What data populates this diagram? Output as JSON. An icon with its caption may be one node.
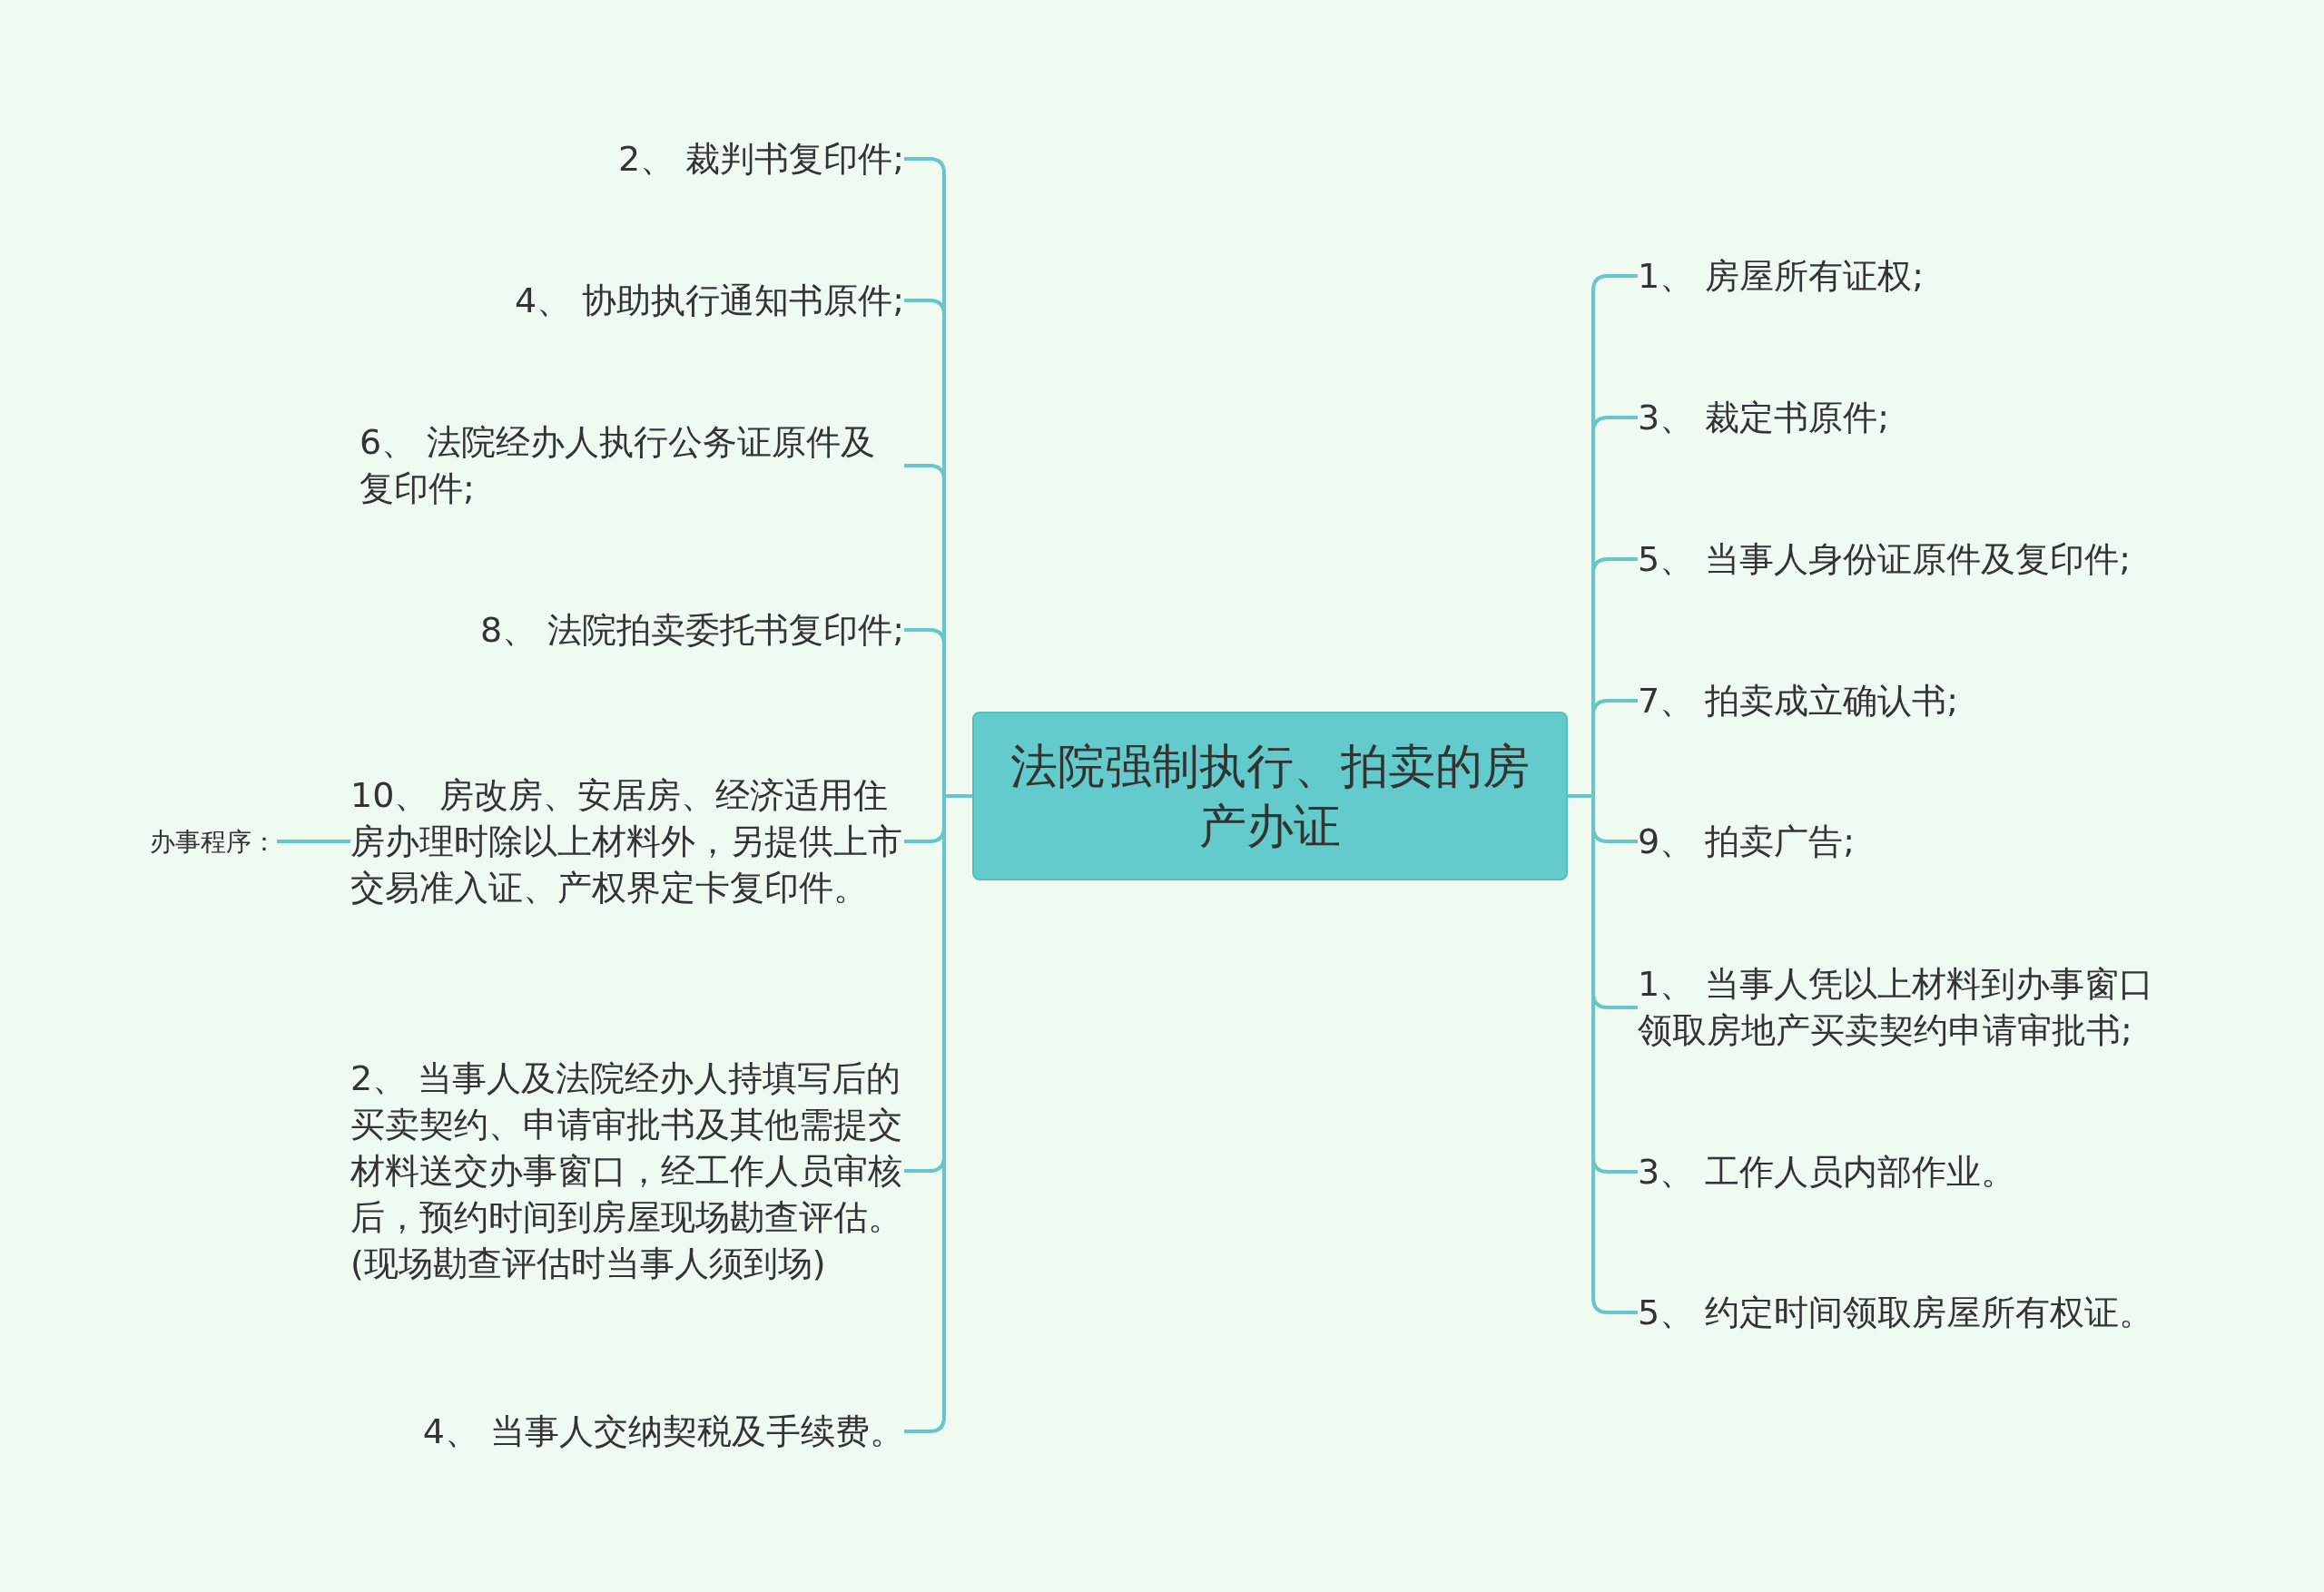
{
  "diagram": {
    "nodes": [
      {
        "text": [
          "法院强制执行、拍卖的房产办证"
        ]
      },
      {
        "text": [
          "2、 裁判书复印件;"
        ]
      },
      {
        "text": [
          "4、 协助执行通知书原件;"
        ]
      },
      {
        "text": [
          "6、 法院经办人执行公务证原件及复印件;"
        ]
      },
      {
        "text": [
          "8、 法院拍卖委托书复印件;"
        ]
      },
      {
        "text": [
          "10、 房改房、安居房、经济适用住房办理时除以上材料外，另提供上市交易准入证、产权界定卡复印件。"
        ]
      },
      {
        "text": [
          "办事程序："
        ]
      },
      {
        "text": [
          "2、 当事人及法院经办人持填写后的买卖契约、申请审批书及其他需提交材料送交办事窗口，经工作人员审核后，预约时间到房屋现场勘查评估。(现场勘查评估时当事人须到场)"
        ]
      },
      {
        "text": [
          "4、 当事人交纳契税及手续费。"
        ]
      },
      {
        "text": [
          "1、 房屋所有证权;"
        ]
      },
      {
        "text": [
          "3、 裁定书原件;"
        ]
      },
      {
        "text": [
          "5、 当事人身份证原件及复印件;"
        ]
      },
      {
        "text": [
          "7、 拍卖成立确认书;"
        ]
      },
      {
        "text": [
          "9、 拍卖广告;"
        ]
      },
      {
        "text": [
          "1、 当事人凭以上材料到办事窗口领取房地产买卖契约申请审批书;"
        ]
      },
      {
        "text": [
          "3、 工作人员内部作业。"
        ]
      },
      {
        "text": [
          "5、 约定时间领取房屋所有权证。"
        ]
      }
    ],
    "edges": [
      {
        "from": 0,
        "to": 1,
        "arrow": "none"
      },
      {
        "from": 0,
        "to": 2,
        "arrow": "none"
      },
      {
        "from": 0,
        "to": 3,
        "arrow": "none"
      },
      {
        "from": 0,
        "to": 4,
        "arrow": "none"
      },
      {
        "from": 0,
        "to": 5,
        "arrow": "none"
      },
      {
        "from": 5,
        "to": 6,
        "arrow": "none"
      },
      {
        "from": 0,
        "to": 7,
        "arrow": "none"
      },
      {
        "from": 0,
        "to": 8,
        "arrow": "none"
      },
      {
        "from": 0,
        "to": 9,
        "arrow": "none"
      },
      {
        "from": 0,
        "to": 10,
        "arrow": "none"
      },
      {
        "from": 0,
        "to": 11,
        "arrow": "none"
      },
      {
        "from": 0,
        "to": 12,
        "arrow": "none"
      },
      {
        "from": 0,
        "to": 13,
        "arrow": "none"
      },
      {
        "from": 0,
        "to": 14,
        "arrow": "none"
      },
      {
        "from": 0,
        "to": 15,
        "arrow": "none"
      },
      {
        "from": 0,
        "to": 16,
        "arrow": "none"
      }
    ]
  }
}
